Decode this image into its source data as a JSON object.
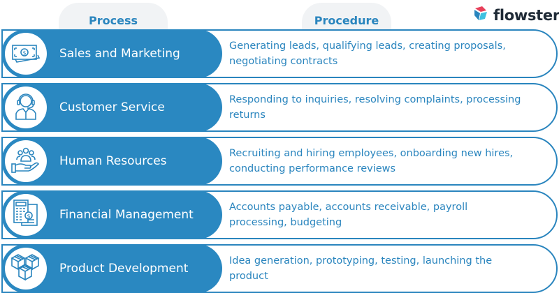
{
  "headers": {
    "process": "Process",
    "procedure": "Procedure"
  },
  "logo": {
    "text": "flowster",
    "icon": "flowster-logo-icon"
  },
  "colors": {
    "primary_blue": "#2a88c1",
    "text_blue": "#2a85be",
    "header_bg": "#f1f3f5",
    "logo_red": "#e8405a",
    "logo_cyan": "#3fc1e0"
  },
  "rows": [
    {
      "process": "Sales and Marketing",
      "icon": "money-bill-icon",
      "procedure": "Generating leads, qualifying leads, creating proposals, negotiating contracts"
    },
    {
      "process": "Customer Service",
      "icon": "headset-agent-icon",
      "procedure": "Responding to inquiries, resolving complaints, processing returns"
    },
    {
      "process": "Human Resources",
      "icon": "people-hand-icon",
      "procedure": "Recruiting and hiring employees, onboarding new hires, conducting performance reviews"
    },
    {
      "process": "Financial Management",
      "icon": "calculator-invoice-icon",
      "procedure": "Accounts payable, accounts receivable, payroll processing, budgeting"
    },
    {
      "process": "Product Development",
      "icon": "boxes-icon",
      "procedure": "Idea generation, prototyping, testing, launching the product"
    }
  ]
}
